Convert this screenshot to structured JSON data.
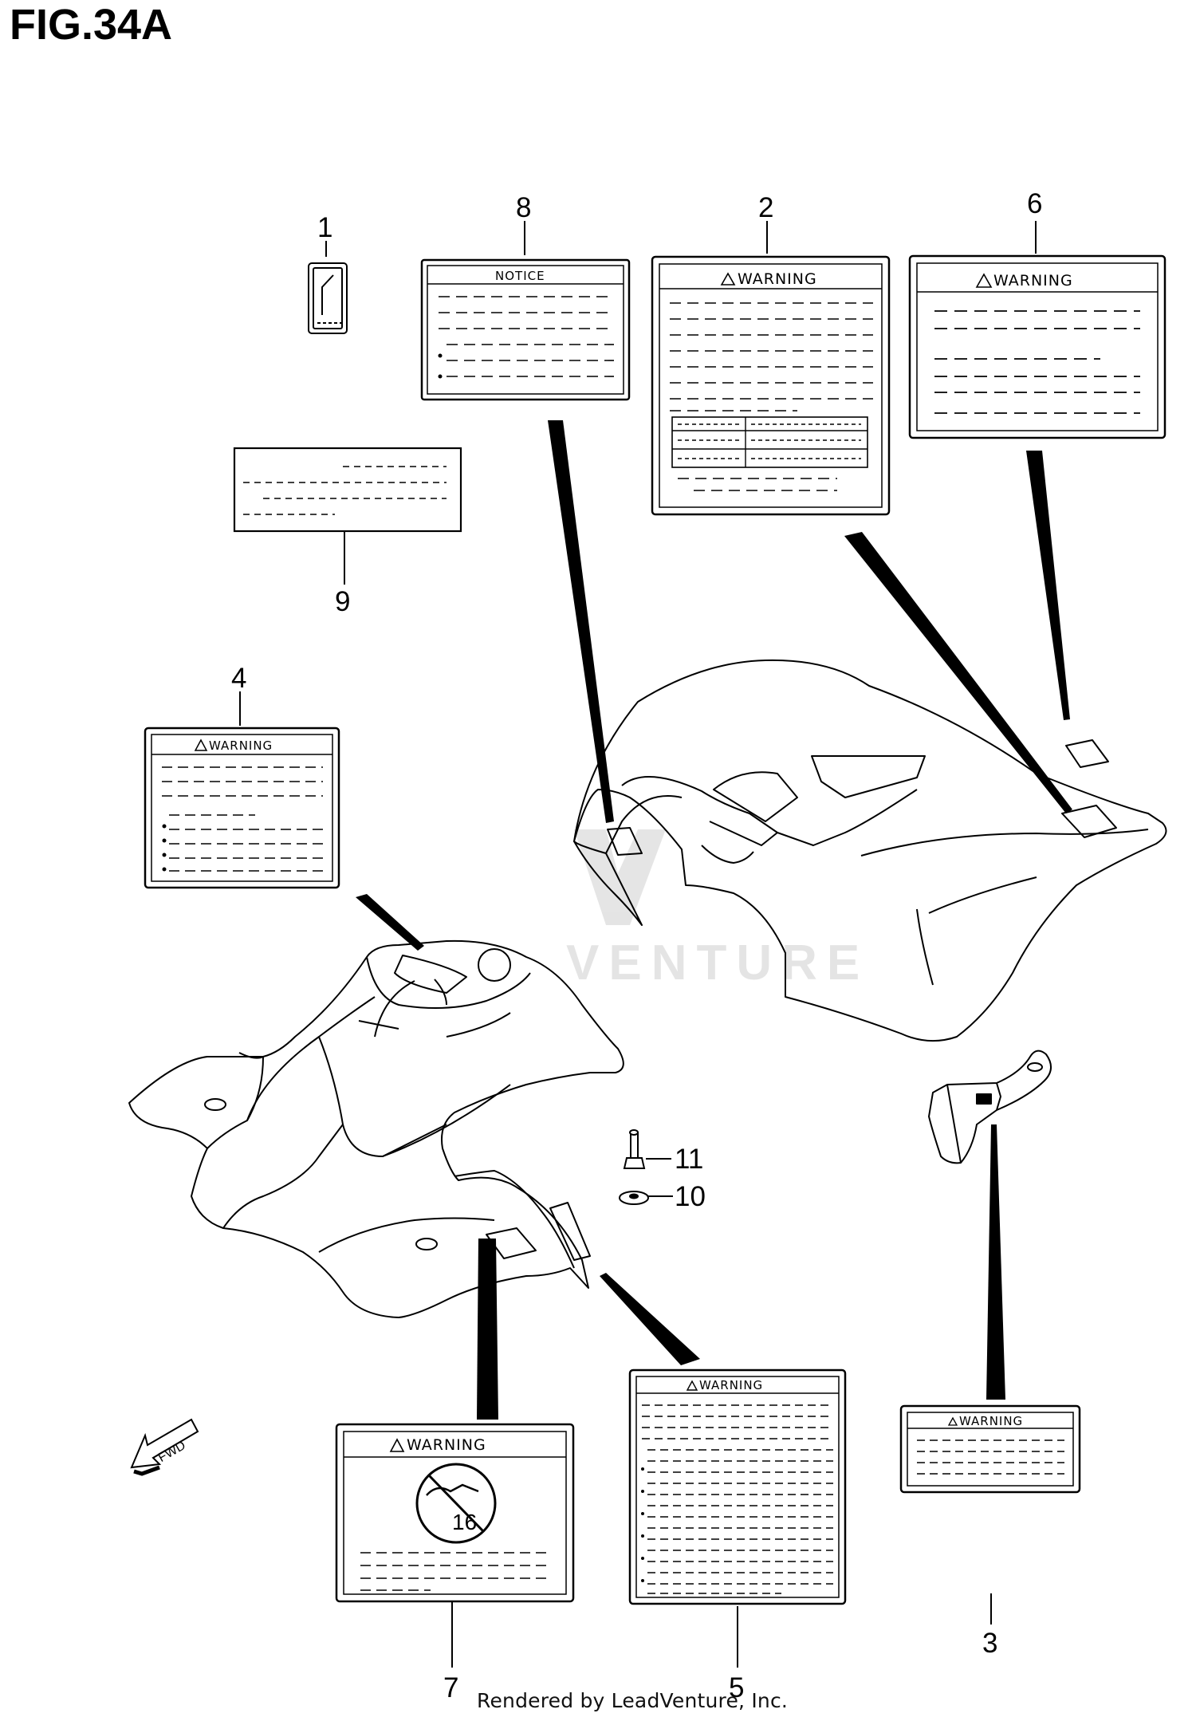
{
  "figure": {
    "title": "FIG.34A"
  },
  "credit": "Rendered by LeadVenture, Inc.",
  "watermark": "VENTURE",
  "fwd_badge": "FWD",
  "callouts": [
    {
      "id": "1",
      "label": "1"
    },
    {
      "id": "2",
      "label": "2"
    },
    {
      "id": "3",
      "label": "3"
    },
    {
      "id": "4",
      "label": "4"
    },
    {
      "id": "5",
      "label": "5"
    },
    {
      "id": "6",
      "label": "6"
    },
    {
      "id": "7",
      "label": "7"
    },
    {
      "id": "8",
      "label": "8"
    },
    {
      "id": "9",
      "label": "9"
    },
    {
      "id": "10",
      "label": "10"
    },
    {
      "id": "11",
      "label": "11"
    }
  ],
  "labels": {
    "notice": "NOTICE",
    "warning_2": "WARNING",
    "warning_3": "WARNING",
    "warning_4": "WARNING",
    "warning_5": "WARNING",
    "warning_6": "WARNING",
    "warning_7": "WARNING",
    "no_rider_16": "16"
  }
}
